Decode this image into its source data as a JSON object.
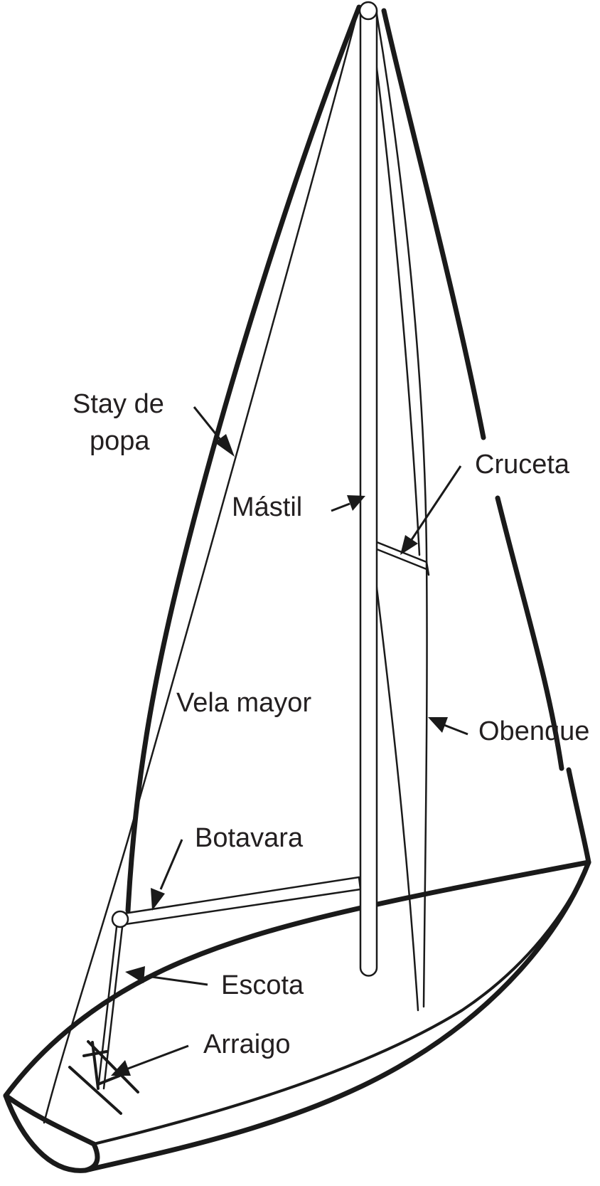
{
  "labels": {
    "stay_de_popa_line1": "Stay de",
    "stay_de_popa_line2": "popa",
    "mastil": "Mástil",
    "cruceta": "Cruceta",
    "vela_mayor": "Vela mayor",
    "obenque": "Obenque",
    "botavara": "Botavara",
    "escota": "Escota",
    "arraigo": "Arraigo"
  }
}
